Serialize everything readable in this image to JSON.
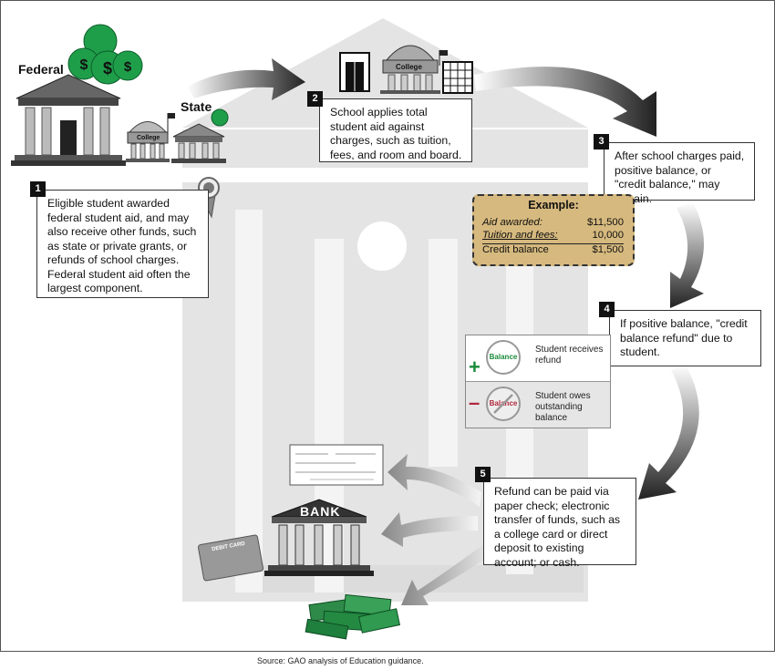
{
  "labels": {
    "federal": "Federal",
    "state": "State",
    "college_small": "College",
    "college_top": "College",
    "bank": "BANK",
    "debit_card": "DEBIT CARD"
  },
  "steps": [
    {
      "number": "1",
      "text": "Eligible student awarded federal student aid, and may also receive other funds, such as state or private grants, or refunds of school charges. Federal student aid often the largest component."
    },
    {
      "number": "2",
      "text": "School applies total student aid against charges, such as tuition, fees, and room and board."
    },
    {
      "number": "3",
      "text": "After school charges paid, positive balance, or \"credit balance,\" may remain."
    },
    {
      "number": "4",
      "text": "If positive balance, \"credit balance refund\" due to student."
    },
    {
      "number": "5",
      "text": "Refund can be paid via paper check; electronic transfer of funds, such as a college card or direct deposit to existing account; or cash."
    }
  ],
  "example": {
    "title": "Example:",
    "rows": [
      {
        "label": "Aid awarded:",
        "value": "$11,500"
      },
      {
        "label": "Tuition and fees:",
        "value": "10,000"
      },
      {
        "label": "Credit balance",
        "value": "$1,500"
      }
    ]
  },
  "balance": {
    "positive": {
      "sign": "+",
      "circle": "Balance",
      "text": "Student receives refund",
      "color": "#1a8a3a"
    },
    "negative": {
      "sign": "–",
      "circle": "Balance",
      "text": "Student owes outstanding balance",
      "color": "#b0283c"
    }
  },
  "source": "Source: GAO analysis of Education guidance.",
  "colors": {
    "background_building": "#e4e4e4",
    "money_green": "#1f9e4a",
    "example_fill": "#d6b97e"
  }
}
